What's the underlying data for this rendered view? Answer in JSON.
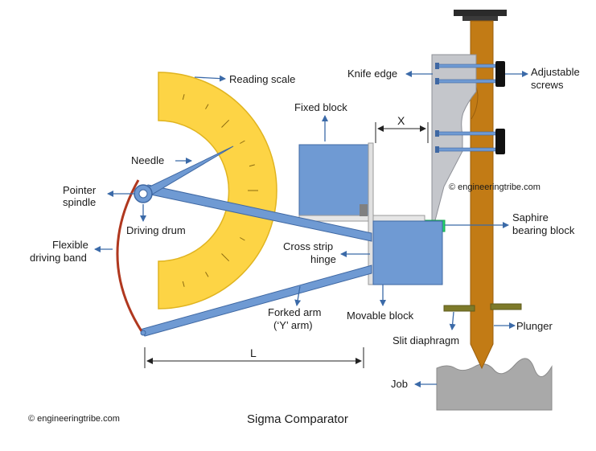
{
  "title": "Sigma Comparator",
  "watermark_bottom": "© engineeringtribe.com",
  "watermark_mid": "© engineeringtribe.com",
  "labels": {
    "reading_scale": "Reading scale",
    "fixed_block": "Fixed block",
    "knife_edge": "Knife edge",
    "adjustable_screws_1": "Adjustable",
    "adjustable_screws_2": "screws",
    "x_dim": "X",
    "needle": "Needle",
    "pointer_spindle_1": "Pointer",
    "pointer_spindle_2": "spindle",
    "driving_drum": "Driving drum",
    "flexible_band_1": "Flexible",
    "flexible_band_2": "driving band",
    "cross_strip_1": "Cross strip",
    "cross_strip_2": "hinge",
    "saphire_1": "Saphire",
    "saphire_2": "bearing block",
    "forked_arm_1": "Forked arm",
    "forked_arm_2": "(‘Y’ arm)",
    "movable_block": "Movable block",
    "slit_diaphragm": "Slit diaphragm",
    "plunger": "Plunger",
    "job": "Job",
    "l_dim": "L"
  },
  "colors": {
    "scale_fill": "#fdd445",
    "scale_stroke": "#e0b420",
    "block_fill": "#6f9ad3",
    "block_stroke": "#3f68a3",
    "arrow": "#3b6aa8",
    "plunger": "#c27b15",
    "band": "#b0381f",
    "knife": "#c4c6cb",
    "screw": "#6f9ad3",
    "saphire": "#22d36d",
    "diaphragm": "#7d7a2a",
    "job": "#a9a9a9",
    "dark": "#222222"
  }
}
